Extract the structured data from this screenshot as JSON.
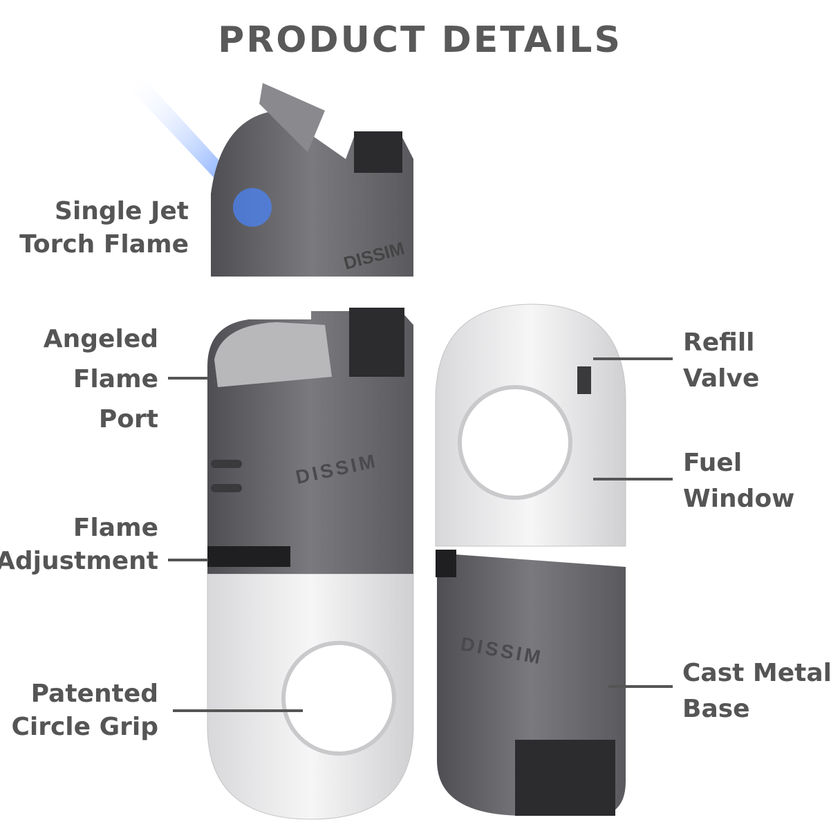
{
  "title": "PRODUCT DETAILS",
  "brand_engraving": "DISSIM",
  "labels": {
    "torch": [
      "Single Jet",
      "Torch Flame"
    ],
    "port": [
      "Angeled",
      "Flame",
      "Port"
    ],
    "adjust": [
      "Flame",
      "Adjustment"
    ],
    "grip": [
      "Patented",
      "Circle Grip"
    ],
    "valve": [
      "Refill",
      "Valve"
    ],
    "window": [
      "Fuel",
      "Window"
    ],
    "base": [
      "Cast Metal",
      "Base"
    ]
  },
  "colors": {
    "text": "#555555",
    "metal": "#6b6b6e",
    "flame": "#3a7bff"
  }
}
